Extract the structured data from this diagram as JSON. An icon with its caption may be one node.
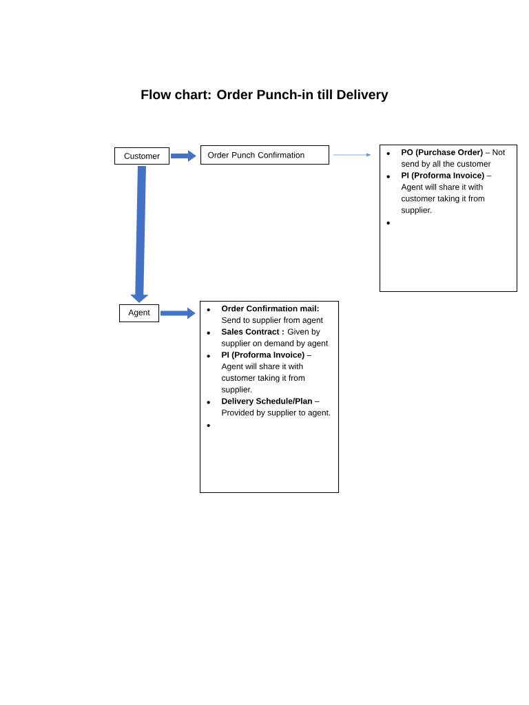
{
  "diagram": {
    "title": "Flow chart: Order Punch-in till Delivery",
    "nodes": [
      {
        "text": [
          "Customer"
        ]
      },
      {
        "text": [
          "Order Punch Confirmation"
        ]
      },
      {
        "text": [
          "**PO (Purchase Order)** – Not send by all the customer",
          "**PI (Proforma Invoice)** – Agent will share it with customer taking it from supplier."
        ]
      },
      {
        "text": [
          "Agent"
        ]
      },
      {
        "text": [
          "**Order Confirmation mail:** Send to supplier from agent",
          "**Sales Contract :** Given by supplier on demand by agent",
          "**PI (Proforma Invoice)** – Agent will share it with customer taking it from supplier.",
          "**Delivery Schedule/Plan** – Provided by supplier to agent."
        ]
      }
    ],
    "edges": [
      {
        "from": 0,
        "to": 1,
        "arrow": "to"
      },
      {
        "from": 1,
        "to": 2,
        "arrow": "to",
        "color": "#6a92d6"
      },
      {
        "from": 0,
        "to": 3,
        "arrow": "to"
      },
      {
        "from": 3,
        "to": 4,
        "arrow": "to"
      }
    ]
  }
}
